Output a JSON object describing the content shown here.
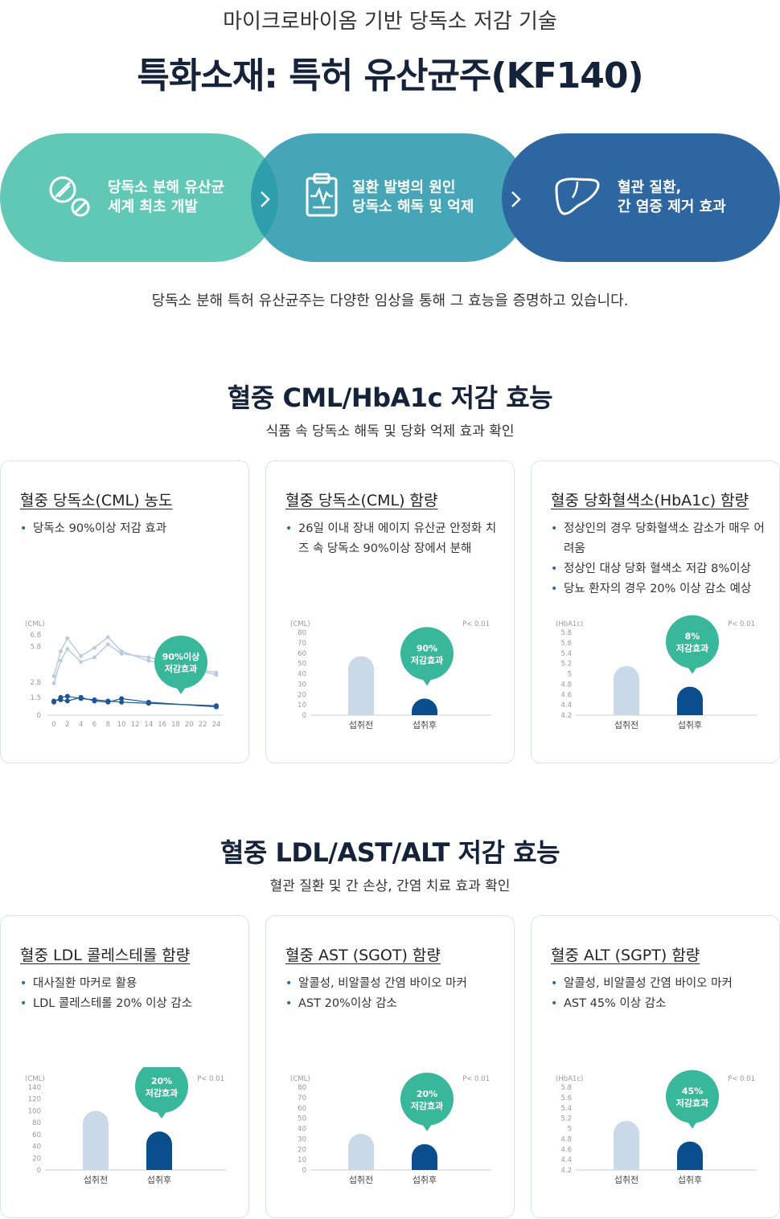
{
  "header": {
    "eyebrow": "마이크로바이옴 기반 당독소 저감 기술",
    "title": "특화소재: 특허 유산균주(KF140)"
  },
  "steps": [
    {
      "icon": "pill-icon",
      "line1": "당독소 분해 유산균",
      "line2": "세계 최초 개발",
      "color": "#61c8b5"
    },
    {
      "icon": "clipboard-icon",
      "line1": "질환 발병의 원인",
      "line2": "당독소 해독 및 억제",
      "color": "#2696ac"
    },
    {
      "icon": "liver-icon",
      "line1": "혈관 질환,",
      "line2": "간 염증 제거 효과",
      "color": "#2d66a0"
    }
  ],
  "intro": "당독소 분해 특허 유산균주는 다양한 임상을 통해 그 효능을 증명하고 있습니다.",
  "sections": [
    {
      "title": "혈중 CML/HbA1c 저감 효능",
      "subtitle": "식품 속 당독소 해독 및 당화 억제 효과 확인",
      "cards": [
        {
          "title": "혈중 당독소(CML) 농도",
          "bullets": [
            "당독소 90%이상 저감 효과"
          ],
          "chart": {
            "unit": "(CML)",
            "badge_line1": "90%이상",
            "badge_line2": "저감효과"
          }
        },
        {
          "title": "혈중 당독소(CML) 함량",
          "bullets": [
            "26일 이내 장내 에이지 유산균 안정화 치즈 속 당독소 90%이상 장에서 분해"
          ],
          "chart": {
            "unit": "(CML)",
            "pval": "P< 0.01",
            "badge_line1": "90%",
            "badge_line2": "저감효과"
          }
        },
        {
          "title": "혈중 당화혈색소(HbA1c) 함량",
          "bullets": [
            "정상인의 경우 당화혈색소 감소가 매우 어려움",
            "정상인 대상 당화 혈색소 저감 8%이상",
            "당뇨 환자의 경우 20% 이상 감소 예상"
          ],
          "chart": {
            "unit": "(HbA1c)",
            "pval": "P< 0.01",
            "badge_line1": "8%",
            "badge_line2": "저감효과"
          }
        }
      ]
    },
    {
      "title": "혈중 LDL/AST/ALT 저감 효능",
      "subtitle": "혈관 질환 및 간 손상, 간염 치료 효과 확인",
      "cards": [
        {
          "title": "혈중 LDL 콜레스테롤 함량",
          "bullets": [
            "대사질환 마커로 활용",
            "LDL 콜레스테롤 20% 이상 감소"
          ],
          "chart": {
            "unit": "(CML)",
            "pval": "P< 0.01",
            "badge_line1": "20%",
            "badge_line2": "저감효과"
          }
        },
        {
          "title": "혈중 AST (SGOT) 함량",
          "bullets": [
            "알콜성, 비알콜성 간염 바이오 마커",
            "AST 20%이상 감소"
          ],
          "chart": {
            "unit": "(CML)",
            "pval": "P< 0.01",
            "badge_line1": "20%",
            "badge_line2": "저감효과"
          }
        },
        {
          "title": "혈중 ALT (SGPT) 함량",
          "bullets": [
            "알콜성, 비알콜성 간염 바이오 마커",
            "AST 45% 이상 감소"
          ],
          "chart": {
            "unit": "(HbA1c)",
            "pval": "P< 0.01",
            "badge_line1": "45%",
            "badge_line2": "저감효과"
          }
        }
      ]
    }
  ],
  "chart_data": [
    {
      "type": "line",
      "ylabel": "(CML)",
      "yticks": [
        "0",
        "1.5",
        "2.8",
        "5.8",
        "6.8"
      ],
      "xticks": [
        "0",
        "2",
        "4",
        "6",
        "8",
        "10",
        "12",
        "14",
        "16",
        "18",
        "20",
        "22",
        "24"
      ],
      "series": [
        {
          "x": [
            0,
            1,
            2,
            4,
            6,
            8,
            10,
            14,
            24
          ],
          "values": [
            3.3,
            5.4,
            6.5,
            5.0,
            5.7,
            6.6,
            5.4,
            4.6,
            3.6
          ]
        },
        {
          "x": [
            0,
            1,
            2,
            4,
            6,
            8,
            10,
            14,
            24
          ],
          "values": [
            2.7,
            4.6,
            5.6,
            4.5,
            4.9,
            6.0,
            5.2,
            4.9,
            3.4
          ]
        },
        {
          "x": [
            0,
            1,
            2,
            4,
            6,
            8,
            10,
            14,
            24
          ],
          "values": [
            1.1,
            1.5,
            1.6,
            1.4,
            1.3,
            1.2,
            1.1,
            1.0,
            0.8
          ]
        },
        {
          "x": [
            0,
            1,
            2,
            4,
            6,
            8,
            10,
            14,
            24
          ],
          "values": [
            1.2,
            1.3,
            1.2,
            1.5,
            1.2,
            1.1,
            1.4,
            1.1,
            0.7
          ]
        }
      ],
      "annotation": "90%이상 저감효과"
    },
    {
      "type": "bar",
      "ylabel": "(CML)",
      "ylim": [
        0,
        80
      ],
      "yticks": [
        "0",
        "10",
        "20",
        "30",
        "40",
        "50",
        "60",
        "70",
        "80"
      ],
      "categories": [
        "섭취전",
        "섭취후"
      ],
      "values": [
        57,
        16
      ],
      "pval": "P< 0.01",
      "annotation": "90% 저감효과"
    },
    {
      "type": "bar",
      "ylabel": "(HbA1c)",
      "ylim": [
        4.2,
        5.8
      ],
      "yticks": [
        "4.2",
        "4.4",
        "4.6",
        "4.8",
        "5",
        "5.2",
        "5.4",
        "5.6",
        "5.8"
      ],
      "categories": [
        "섭취전",
        "섭취후"
      ],
      "values": [
        5.15,
        4.75
      ],
      "pval": "P< 0.01",
      "annotation": "8% 저감효과"
    },
    {
      "type": "bar",
      "ylabel": "(CML)",
      "ylim": [
        0,
        140
      ],
      "yticks": [
        "0",
        "20",
        "40",
        "60",
        "80",
        "100",
        "120",
        "140"
      ],
      "categories": [
        "섭취전",
        "섭취후"
      ],
      "values": [
        100,
        65
      ],
      "pval": "P< 0.01",
      "annotation": "20% 저감효과"
    },
    {
      "type": "bar",
      "ylabel": "(CML)",
      "ylim": [
        0,
        80
      ],
      "yticks": [
        "0",
        "10",
        "20",
        "30",
        "40",
        "50",
        "60",
        "70",
        "80"
      ],
      "categories": [
        "섭취전",
        "섭취후"
      ],
      "values": [
        35,
        25
      ],
      "pval": "P< 0.01",
      "annotation": "20% 저감효과"
    },
    {
      "type": "bar",
      "ylabel": "(HbA1c)",
      "ylim": [
        4.2,
        5.8
      ],
      "yticks": [
        "4.2",
        "4.4",
        "4.6",
        "4.8",
        "5",
        "5.2",
        "5.4",
        "5.6",
        "5.8"
      ],
      "categories": [
        "섭취전",
        "섭취후"
      ],
      "values": [
        5.15,
        4.75
      ],
      "pval": "P< 0.01",
      "annotation": "45% 저감효과"
    }
  ],
  "colors": {
    "before": "#c9d9e7",
    "after": "#0b4e8e",
    "badge": "#39b79b",
    "line_before": "#b8cce0",
    "line_after": "#1b5796"
  }
}
